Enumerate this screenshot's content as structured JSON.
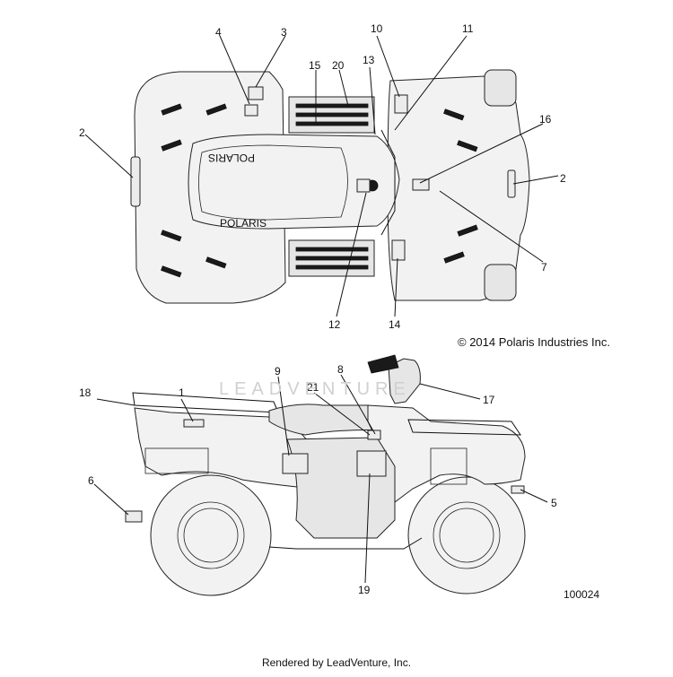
{
  "copyright": "© 2014 Polaris Industries Inc.",
  "diagram_number": "100024",
  "footer": "Rendered by LeadVenture, Inc.",
  "watermark": "LEADVENTURE",
  "logo_text": "POLARIS",
  "callouts": [
    "1",
    "2",
    "2",
    "3",
    "4",
    "5",
    "6",
    "7",
    "8",
    "9",
    "10",
    "11",
    "12",
    "13",
    "14",
    "15",
    "16",
    "17",
    "18",
    "19",
    "20",
    "21"
  ]
}
